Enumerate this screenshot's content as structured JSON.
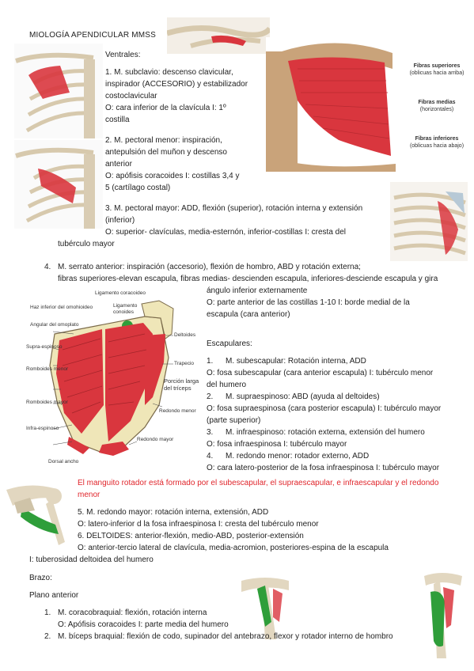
{
  "header": {
    "title": "MIOLOGÍA APENDICULAR MMSS"
  },
  "ventrales": {
    "heading": "Ventrales:",
    "items": [
      {
        "lines": [
          "1. M. subclavio: descenso clavicular,",
          "inspirador (ACCESORIO) y estabilizador",
          "costoclavicular",
          "O: cara inferior de la clavícula I: 1º",
          "costilla"
        ]
      },
      {
        "lines": [
          "2. M. pectoral menor: inspiración,",
          "antepulsión del muñon y descenso",
          "anterior",
          "O: apófisis coracoides   I: costillas 3,4 y",
          "5 (cartílago costal)"
        ]
      },
      {
        "lines": [
          "3. M. pectoral mayor: ADD, flexión (superior), rotación interna y extensión",
          "(inferior)",
          "O: superior- clavículas, media-esternón, inferior-costillas     I: cresta del"
        ],
        "last": "tubérculo mayor"
      }
    ],
    "serrato": {
      "num": "4.",
      "line1": "M. serrato anterior: inspiración (accesorio), flexión de hombro, ABD y rotación externa;",
      "line2": "fibras superiores-elevan escapula, fibras medias- descienden escapula, inferiores-desciende escapula y gira",
      "lines": [
        "ángulo inferior externamente",
        "O: parte anterior de las costillas 1-10        I: borde medial de la",
        "escapula (cara anterior)"
      ]
    }
  },
  "pectoral_figure": {
    "labels": [
      "Fibras superiores",
      "(oblicuas hacia arriba)",
      "Fibras medias",
      "(horizontales)",
      "Fibras inferiores",
      "(oblicuas hacia abajo)"
    ]
  },
  "scapula_figure": {
    "labels": {
      "coracoideo": "Ligamento coracoideo",
      "haz_inferior": "Haz inferior del omohioideo",
      "conoides": "Ligamento conoides",
      "angulo": "Angular del omoplato",
      "deltoides": "Deltoides",
      "supra": "Supra-espinoso",
      "trapecio": "Trapecio",
      "romb_menor": "Romboides menor",
      "romb_mayor": "Romboides mayor",
      "porcion": "Porción larga del tríceps",
      "redondo_menor": "Redondo menor",
      "infra": "Infra-espinoso",
      "redondo_mayor": "Redondo mayor",
      "dorsal": "Dorsal ancho"
    }
  },
  "escapulares": {
    "heading": "Escapulares:",
    "items": [
      {
        "num": "1.",
        "name": "M. subescapular: Rotación interna, ADD",
        "lines": [
          "O: fosa subescapular (cara anterior escapula) I: tubérculo menor",
          "del humero"
        ]
      },
      {
        "num": "2.",
        "name": "M. supraespinoso: ABD (ayuda al deltoides)",
        "lines": [
          "O: fosa supraespinosa (cara posterior escapula) I: tubérculo mayor",
          "(parte superior)"
        ]
      },
      {
        "num": "3.",
        "name": "M. infraespinoso: rotación externa, extensión del humero",
        "lines": [
          "O: fosa infraespinosa I: tubérculo mayor"
        ]
      },
      {
        "num": "4.",
        "name": "M. redondo menor: rotador externo, ADD",
        "lines": [
          "O: cara latero-posterior de la fosa infraespinosa I: tubérculo mayor"
        ]
      }
    ]
  },
  "manguito": {
    "line1": "El manguito rotador está formado por el subescapular, el supraescapular, e infraescapular y el redondo",
    "line2": "menor"
  },
  "more": {
    "lines": [
      "5. M. redondo mayor: rotación interna, extensión, ADD",
      "O: latero-inferior d la fosa infraespinosa I: cresta del tubérculo menor",
      "6. DELTOIDES: anterior-flexión, medio-ABD, posterior-extensión",
      "O: anterior-tercio lateral de clavícula, media-acromion, posteriores-espina de la escapula"
    ],
    "last": "I: tuberosidad deltoidea del humero"
  },
  "brazo": {
    "heading": "Brazo:",
    "sub": "Plano anterior",
    "items": [
      {
        "num": "1.",
        "line": "M. coracobraquial: flexión, rotación interna",
        "sub": "O: Apófisis coracoides I: parte media del humero"
      },
      {
        "num": "2.",
        "line": "M. bíceps braquial: flexión de codo, supinador del antebrazo, flexor y rotador interno de hombro"
      }
    ]
  },
  "colors": {
    "muscle": "#d9363e",
    "muscle_light": "#e8606a",
    "bone": "#e9ddc4",
    "green": "#2f9e3a",
    "text_red": "#e0262c"
  }
}
